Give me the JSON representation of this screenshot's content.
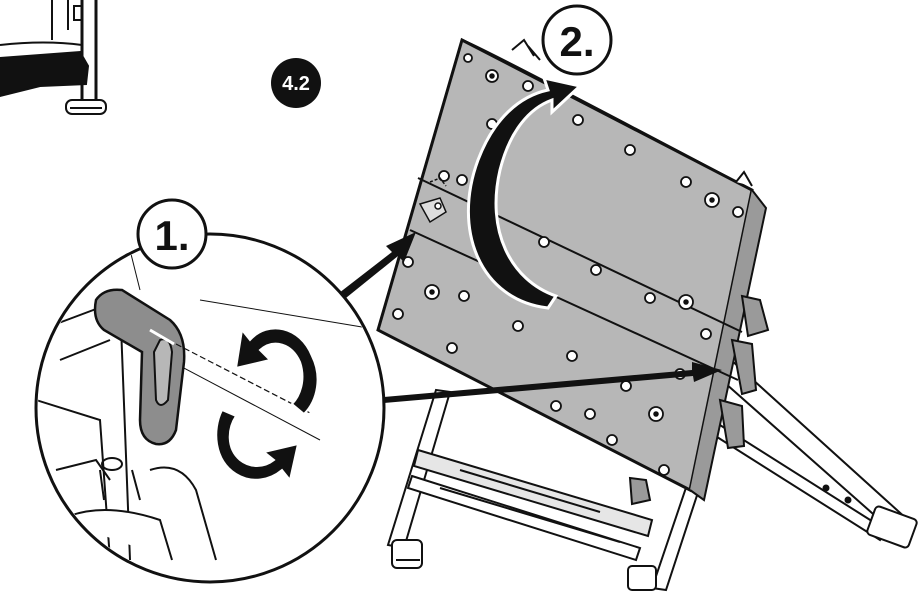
{
  "step_badge": {
    "label": "4.2"
  },
  "callouts": [
    {
      "label": "1."
    },
    {
      "label": "2."
    }
  ],
  "colors": {
    "ink": "#111111",
    "panel": "#b7b7b7",
    "panel_dark": "#9a9a9a",
    "handle": "#8d8d8d",
    "background": "#ffffff"
  }
}
